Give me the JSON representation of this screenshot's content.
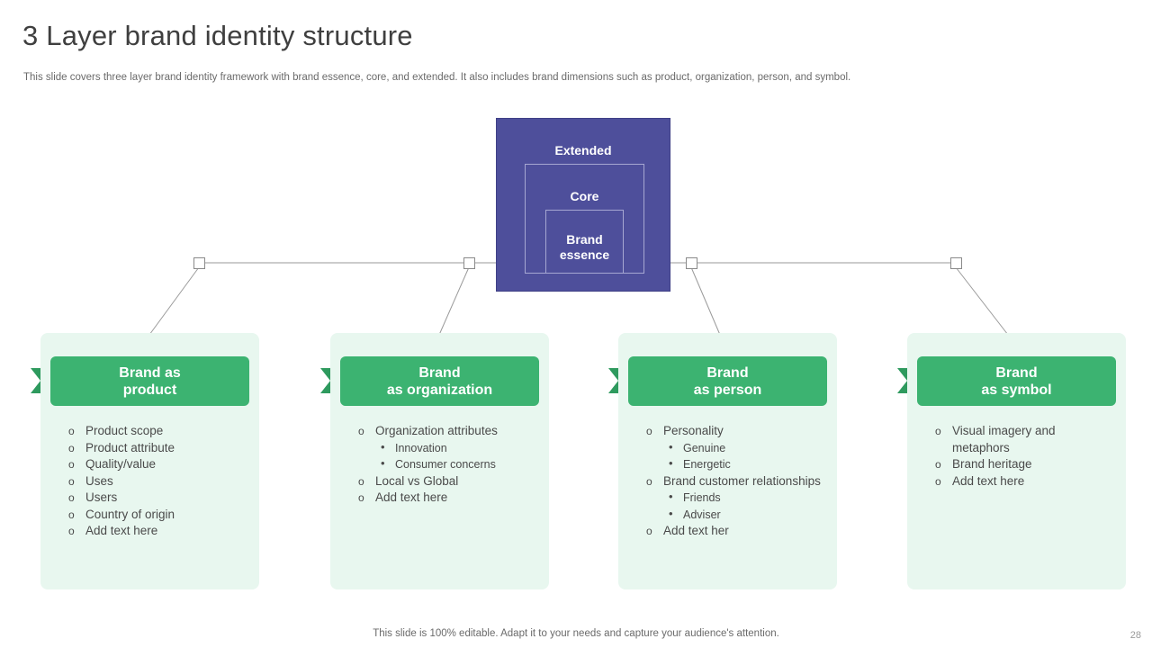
{
  "header": {
    "title": "3 Layer brand identity structure",
    "subtitle": "This slide covers three layer brand identity framework with brand essence, core, and extended. It also includes brand dimensions such as product, organization, person, and symbol."
  },
  "layers": {
    "outer_label": "Extended",
    "middle_label": "Core",
    "inner_label": "Brand\nessence",
    "color": "#4e4f9b"
  },
  "cards": [
    {
      "title": "Brand as\nproduct",
      "items": [
        {
          "level": 1,
          "text": "Product scope"
        },
        {
          "level": 1,
          "text": "Product attribute"
        },
        {
          "level": 1,
          "text": "Quality/value"
        },
        {
          "level": 1,
          "text": "Uses"
        },
        {
          "level": 1,
          "text": "Users"
        },
        {
          "level": 1,
          "text": "Country of origin"
        },
        {
          "level": 1,
          "text": "Add text here"
        }
      ]
    },
    {
      "title": "Brand\nas organization",
      "items": [
        {
          "level": 1,
          "text": "Organization attributes"
        },
        {
          "level": 2,
          "text": "Innovation"
        },
        {
          "level": 2,
          "text": "Consumer concerns"
        },
        {
          "level": 1,
          "text": "Local vs Global"
        },
        {
          "level": 1,
          "text": "Add text here"
        }
      ]
    },
    {
      "title": "Brand\nas person",
      "items": [
        {
          "level": 1,
          "text": "Personality"
        },
        {
          "level": 2,
          "text": "Genuine"
        },
        {
          "level": 2,
          "text": "Energetic"
        },
        {
          "level": 1,
          "text": "Brand customer relationships"
        },
        {
          "level": 2,
          "text": "Friends"
        },
        {
          "level": 2,
          "text": "Adviser"
        },
        {
          "level": 1,
          "text": "Add text her"
        }
      ]
    },
    {
      "title": "Brand\nas symbol",
      "items": [
        {
          "level": 1,
          "text": "Visual imagery and metaphors"
        },
        {
          "level": 1,
          "text": "Brand heritage"
        },
        {
          "level": 1,
          "text": "Add text here"
        }
      ]
    }
  ],
  "footer": {
    "note": "This slide is 100% editable. Adapt it to your needs and capture your audience's attention.",
    "page_number": "28"
  },
  "theme": {
    "accent_green": "#3cb371",
    "card_bg": "#e8f7ef",
    "purple": "#4e4f9b"
  }
}
